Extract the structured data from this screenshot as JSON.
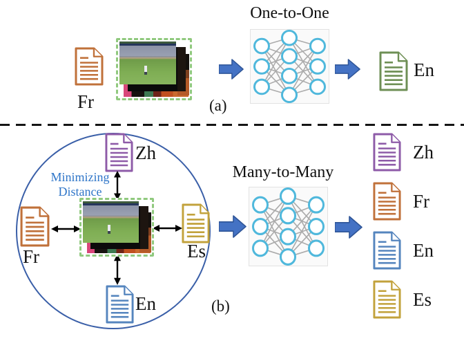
{
  "colors": {
    "arrow_fill": "#4472C4",
    "arrow_stroke": "#2F5597",
    "nn_node": "#4FB8DC",
    "nn_edge": "#ABABAB",
    "nn_bg": "#FAFAFA",
    "nn_border": "#E2E2E2",
    "circle_stroke": "#3A5FA8",
    "dashed_box": "#90C97E",
    "annotation_text": "#2E75C8",
    "doc_orange": "#C0713A",
    "doc_green": "#6E8F55",
    "doc_purple": "#8E5BA8",
    "doc_blue": "#5585BE",
    "doc_yellow": "#C2A23C"
  },
  "section_a": {
    "caption": "(a)",
    "title": "One-to-One",
    "input_doc": {
      "label": "Fr",
      "color_key": "doc_orange"
    },
    "output_doc": {
      "label": "En",
      "color_key": "doc_green"
    }
  },
  "section_b": {
    "caption": "(b)",
    "title": "Many-to-Many",
    "annotation_line1": "Minimizing",
    "annotation_line2": "Distance",
    "circle_docs": {
      "top": {
        "label": "Zh",
        "color_key": "doc_purple"
      },
      "left": {
        "label": "Fr",
        "color_key": "doc_orange"
      },
      "right": {
        "label": "Es",
        "color_key": "doc_yellow"
      },
      "bottom": {
        "label": "En",
        "color_key": "doc_blue"
      }
    },
    "output_docs": [
      {
        "label": "Zh",
        "color_key": "doc_purple"
      },
      {
        "label": "Fr",
        "color_key": "doc_orange"
      },
      {
        "label": "En",
        "color_key": "doc_blue"
      },
      {
        "label": "Es",
        "color_key": "doc_yellow"
      }
    ]
  }
}
